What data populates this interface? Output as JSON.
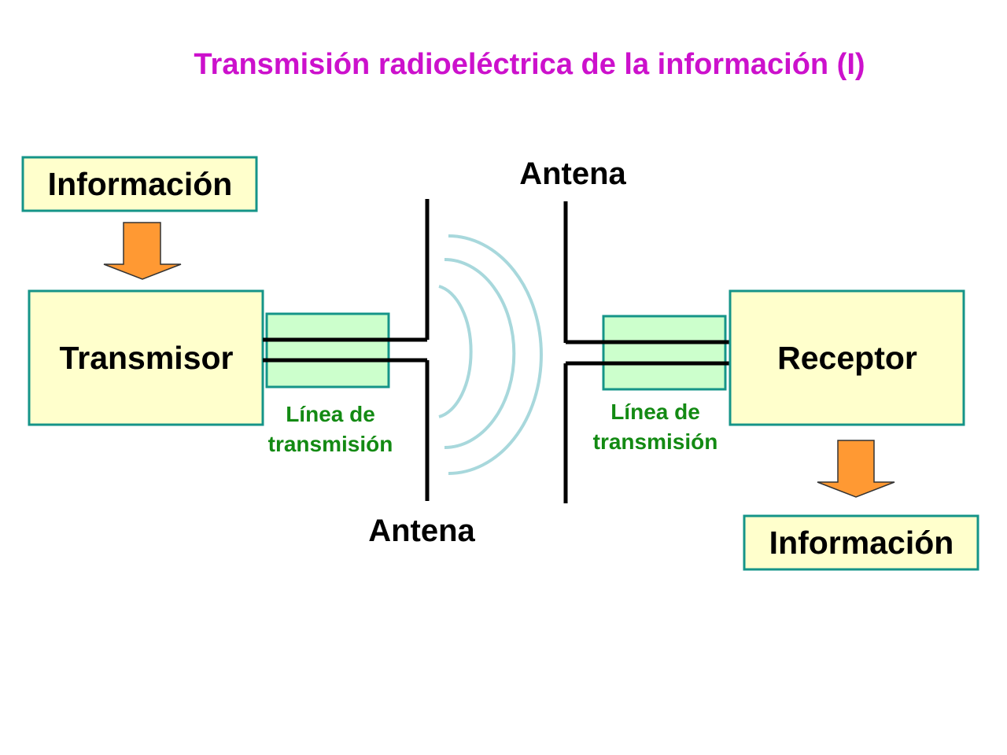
{
  "title": "Transmisión radioeléctrica de la información (I)",
  "nodes": {
    "info_in": "Información",
    "transmitter": "Transmisor",
    "receiver": "Receptor",
    "info_out": "Información"
  },
  "antennas": {
    "tx": "Antena",
    "rx": "Antena"
  },
  "transmission_lines": {
    "tx": [
      "Línea de",
      "transmisión"
    ],
    "rx": [
      "Línea de",
      "transmisión"
    ]
  },
  "colors": {
    "title": "#cc11cc",
    "box_fill": "#ffffcc",
    "box_border": "#159488",
    "line_box_fill": "#ccffcc",
    "line_label": "#138a13",
    "arrow_fill": "#ff9933",
    "wave": "#a8d8dc",
    "wire": "#000000"
  }
}
